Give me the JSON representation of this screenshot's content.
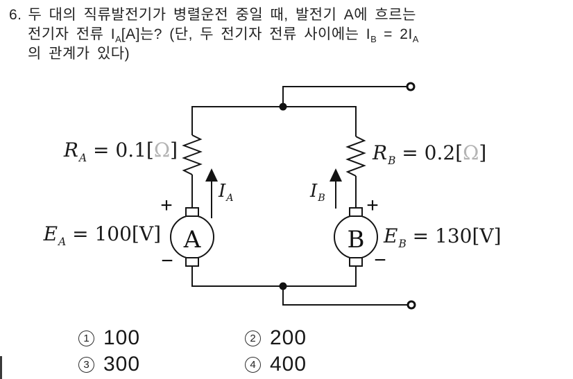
{
  "question": {
    "number": "6.",
    "line1": "두 대의 직류발전기가 병렬운전 중일 때, 발전기 A에 흐르는",
    "line2": {
      "t1": "전기자 전류 I",
      "s1": "A",
      "t2": "[A]는? (단, 두 전기자 전류 사이에는 I",
      "s2": "B",
      "t3": " = 2I",
      "s3": "A"
    },
    "line3": "의 관계가 있다)"
  },
  "circuit": {
    "ra": {
      "letter": "R",
      "sub": "A",
      "rest": " = 0.1[",
      "unit": "Ω",
      "close": "]"
    },
    "rb": {
      "letter": "R",
      "sub": "B",
      "rest": " = 0.2[",
      "unit": "Ω",
      "close": "]"
    },
    "ea": {
      "letter": "E",
      "sub": "A",
      "rest": " = 100[V]"
    },
    "eb": {
      "letter": "E",
      "sub": "B",
      "rest": " = 130[V]"
    },
    "ia": {
      "letter": "I",
      "sub": "A"
    },
    "ib": {
      "letter": "I",
      "sub": "B"
    },
    "generator_a": "A",
    "generator_b": "B",
    "plus": "+",
    "minus": "−"
  },
  "choices": [
    {
      "num": "1",
      "label": "100"
    },
    {
      "num": "2",
      "label": "200"
    },
    {
      "num": "3",
      "label": "300"
    },
    {
      "num": "4",
      "label": "400"
    }
  ],
  "colors": {
    "wire": "#141414",
    "omega_gray": "#b4b4b4",
    "background": "#ffffff"
  }
}
